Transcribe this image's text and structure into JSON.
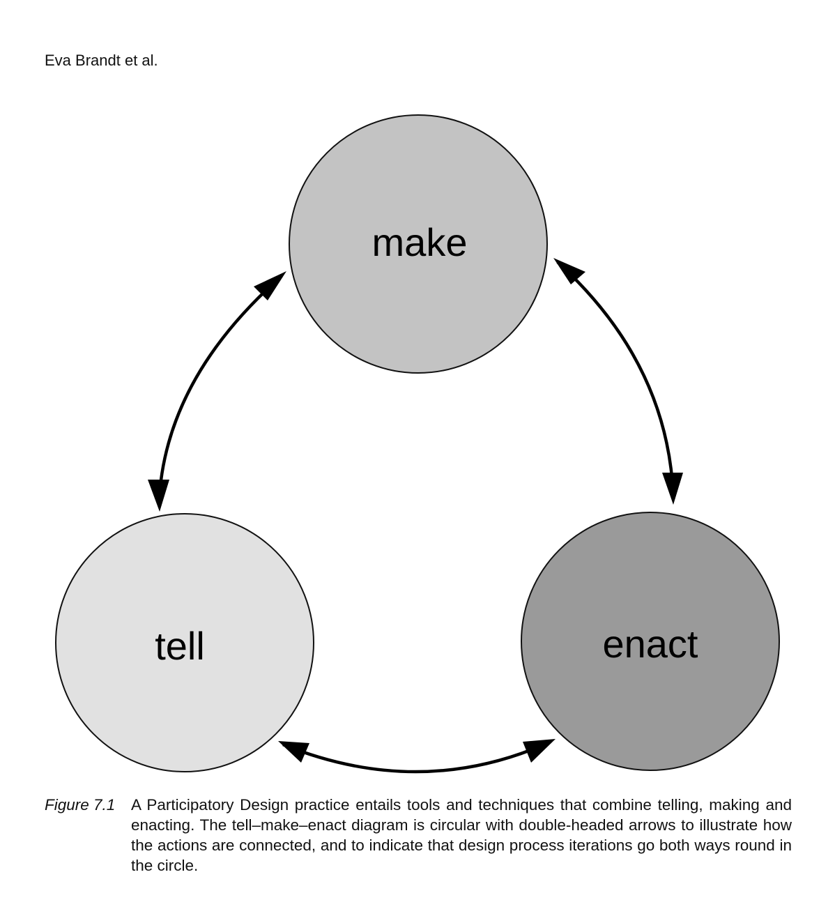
{
  "page": {
    "running_header": "Eva Brandt et al."
  },
  "diagram": {
    "nodes": [
      {
        "id": "make",
        "label": "make",
        "fill": "#c3c3c3"
      },
      {
        "id": "tell",
        "label": "tell",
        "fill": "#e1e1e1"
      },
      {
        "id": "enact",
        "label": "enact",
        "fill": "#9a9a9a"
      }
    ],
    "edges": [
      {
        "from": "make",
        "to": "tell",
        "type": "double-headed-arrow"
      },
      {
        "from": "make",
        "to": "enact",
        "type": "double-headed-arrow"
      },
      {
        "from": "tell",
        "to": "enact",
        "type": "double-headed-arrow"
      }
    ]
  },
  "caption": {
    "label": "Figure 7.1",
    "text": "A Participatory Design practice entails tools and techniques that combine telling, making and enacting. The tell–make–enact diagram is circular with double-headed arrows to illustrate how the actions are connected, and to indicate that design process iterations go both ways round in the circle."
  }
}
